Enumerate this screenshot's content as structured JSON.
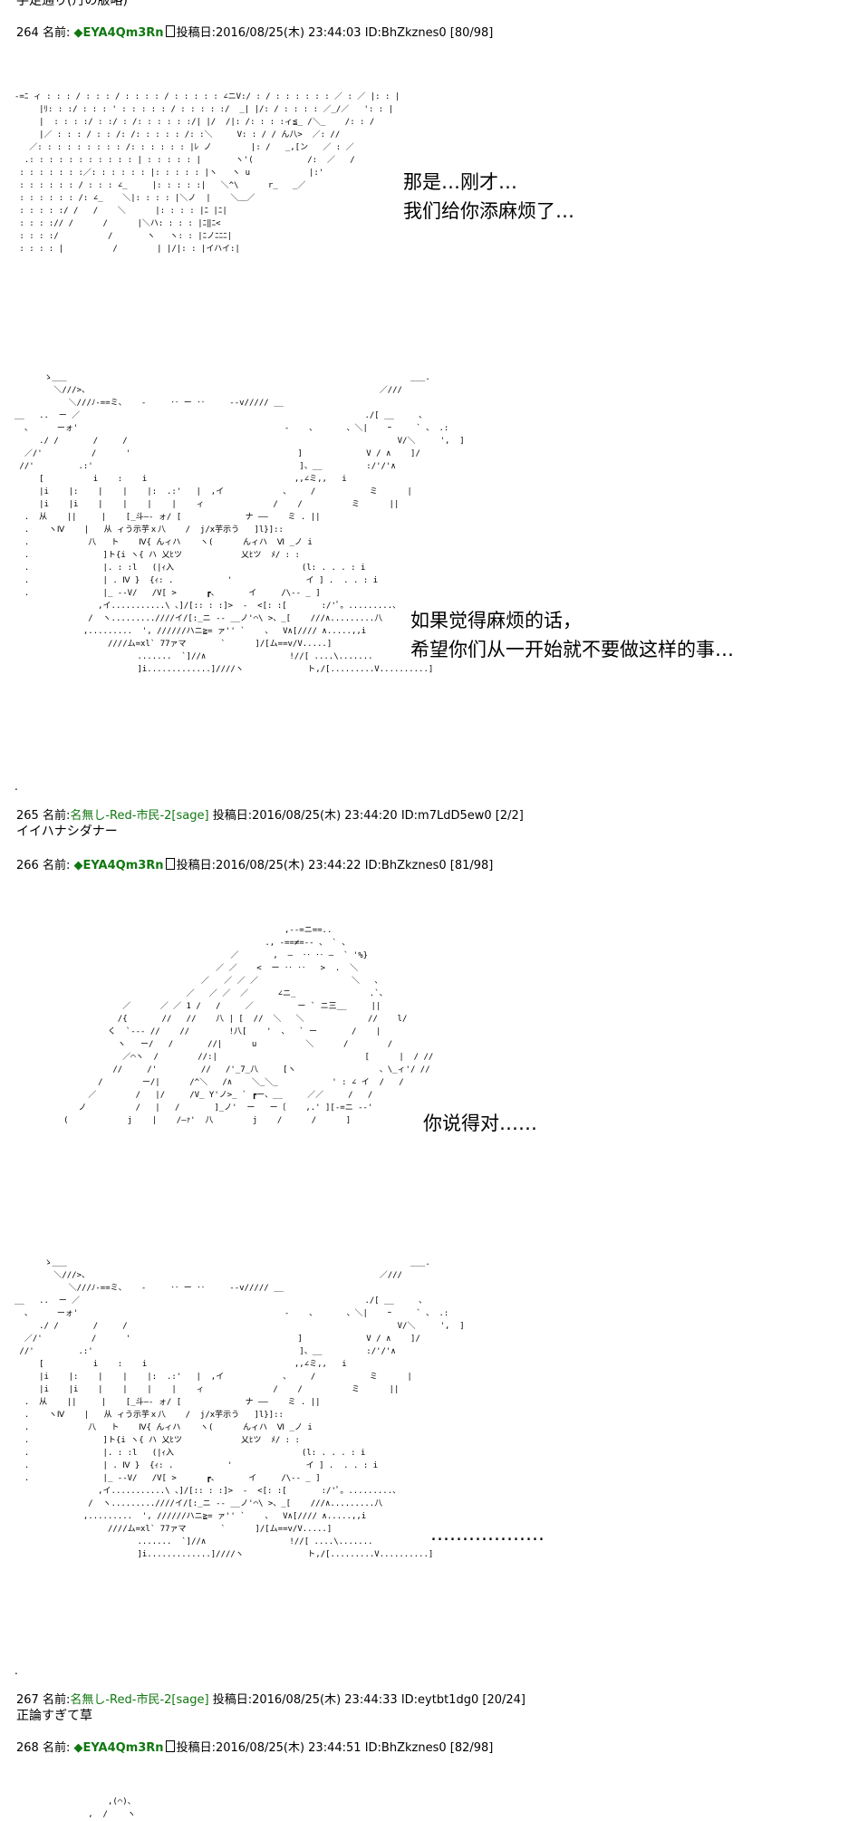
{
  "top_cut_text": "手足通り(丹の版略)",
  "posts": [
    {
      "number": "264",
      "name_label": "名前:",
      "name": "◆EYA4Qm3Rn",
      "date_label": "投稿日:",
      "date": "2016/08/25(木) 23:44:03",
      "id": "ID:BhZkznes0",
      "count": "[80/98]"
    },
    {
      "number": "265",
      "name_label": "名前:",
      "name": "名無し-Red-市民-2",
      "sage": "[sage]",
      "date_label": "投稿日:",
      "date": "2016/08/25(木) 23:44:20",
      "id": "ID:m7LdD5ew0",
      "count": "[2/2]",
      "body": "イイハナシダナー"
    },
    {
      "number": "266",
      "name_label": "名前:",
      "name": "◆EYA4Qm3Rn",
      "date_label": "投稿日:",
      "date": "2016/08/25(木) 23:44:22",
      "id": "ID:BhZkznes0",
      "count": "[81/98]"
    },
    {
      "number": "267",
      "name_label": "名前:",
      "name": "名無し-Red-市民-2",
      "sage": "[sage]",
      "date_label": "投稿日:",
      "date": "2016/08/25(木) 23:44:33",
      "id": "ID:eytbt1dg0",
      "count": "[20/24]",
      "body": "正論すぎて草"
    },
    {
      "number": "268",
      "name_label": "名前:",
      "name": "◆EYA4Qm3Rn",
      "date_label": "投稿日:",
      "date": "2016/08/25(木) 23:44:51",
      "id": "ID:BhZkznes0",
      "count": "[82/98]"
    }
  ],
  "captions": {
    "c1_line1": "那是…刚才…",
    "c1_line2": "我们给你添麻烦了…",
    "c2_line1": "如果觉得麻烦的话，",
    "c2_line2": "希望你们从一开始就不要做这样的事…",
    "c3_line1": "你说得对……",
    "c4_line1": "………………"
  },
  "ascii_art": {
    "aa1": "-=ﾆ ィ : : : / : : : / : : : : / : : : : : ∠ニV:/ : / : : : : : : ／ : ／ |: : |\n     |ﾘ: : :/ : : : ' : : : : : / : : : : :/  _| |/: / : : : : ／_/／   ': : |\n     |  : : : :/ : :/ : /: : : : : :/| |/  /|: /: : : :ィ≦_ /＼_    /: : /\n     |／ : : : / : : /: /: : : : : /: :＼     V: : / / ん八>  ／: //\n   ／: : : : : : : : : /: : : : : : |ﾚ ノ        |: /   _,[ン   ／ : ／\n  .: : : : : : : : : : : | : : : : : |       ヽ'(           /:  ／   /\n : : : : : : :／: : : : : : |: : : : : |ヽ   ヽ u            |:'\n : : : : : : / : : : ∠_     |: : : : :|   ＼^\\      r_   _／\n : : : : : : /: ∠_    ＼|: : : : |＼ノ  |    ＼＿／\n : : : : :/ /   /    ＼      |: : : : |ﾆ |ﾆ|\n : : : :// /      /      |＼ハ: : : : |ﾆ‖ﾆ<\n : : : :/          /       ヽ   ヽ: : |ﾆノﾆﾆﾆ|\n : : : : |          /        | |/|: : |イハイ:|",
    "aa2": "      ゝ___                                                                      ___.\n        ＼///>、                                                           ／///\n           ＼///ﾉ-==ミ、   -     ‥ ー ‥     --v///// __\n__   ..  ー ／                                                          ./[ __     、\n  、     ーォ'                                          -    、      、＼|    ｰ     ` 、 .:\n     ./ /       /     /                                                       V/＼     ',  ]\n  ／/'          /      '                                  ]             V / ∧    ]/\n //'         .:'                                          ]、__         :/'/'∧\n     [          i    :    i                              ,,∠ミ,,   i\n     |i    |:    |    |    |:  .:'   |  ,イ            、    /           ミ      |\n     |i    |i    |    |    |    |    ィ              /    /          ミ      ||\n  .  从    ||     |    [_斗―‐ ォ/ [             ナ ――    ミ . ||\n  .    ヽⅣ    |   从 ィう示芋ｘ八    /  j/x芋示う   ]l}]::\n  .            八   ト    Ⅳ{ んィハ    ヽ(      んィハ  Ⅵ _ノ i\n  .               ]ト{i ヽ{ ハ 乂ﾋツ            乂ﾋツ  ﾒ/ : :\n  .               |. : :l   (|ｨ入                          (l: . . . : i\n  .               | . Ⅳ }  {ｨ: .           '               イ ] .  . . : i\n  .               |_ --V/   /V[ >      ┏、      イ     /\\-- _ ]\n                 ,イ...........\\ 、]/[:: : :]>  -  <[: :[       :/'ﾟ。.........、\n               /  ヽ.........////イ/[:_ニ -- __ノ'⌒\\ >、_[    ///∧.........八\n              ,.........  ', //////ハニ≧= ァ'' `    、  V∧[//// ∧.....,,i\n                   ////ム=xl` 77ァマ       `      ]/[ム==v/V.....]\n                         .......  `]//∧                 !//[ ....\\.......\n                         ]i.............]////ヽ             ト,/[.........V..........]",
    "aa3": "                                                       ,--=ニ==..\n                                                   ., -==≠=-- 、 ` 、\n                                            ／       ,  ―  ‥ ‥ ―  ` '%}\n                                         ／ ／    <  ー ‥ ‥   >  .  ＼\n                                      ／   ／ ／ ／                   ＼   、\n                                   ／   ／ ／  ／      ∠ニ_               .`、\n                      ／      ／ ／ 1 /   /     ／         ー ` ニ三__     ||\n                     /{       //   //    八 | [  //  ＼   ＼             //    l/\n                   く  `-‐‐ //    //        !八[    '  、  ` ー       /    |\n                     ヽ   ー/   /       //|      u          ＼      /        /\n                      ／⌒ヽ  /        //:|                              [      |  / //\n                    //     /'         //   /'_7_八     [ヽ                 、\\_ィ'/ //\n                 /        ー/|      /^＼   /∧    ＼_＼_           ' : ∠ イ  /   /\n               ／        /   |/     /V_ Y'ノ>_ ` ┏ー、__     ／／     /   /\n             ノ          /   |   /       ]_ノ'  ー   ー〔    ,.' ][-=ニ --'\n          (            j    |    /―ｧ'  八        j    /      /      ]",
    "aa4": "      ゝ___                                                                      ___.\n        ＼///>、                                                           ／///\n           ＼///ﾉ-==ミ、   -     ‥ ー ‥     --v///// __\n__   ..  ー ／                                                          ./[ __     、\n  、     ーォ'                                          -    、      、＼|    ｰ     ` 、 .:\n     ./ /       /     /                                                       V/＼     ',  ]\n  ／/'          /      '                                  ]             V / ∧    ]/\n //'         .:'                                          ]、__         :/'/'∧\n     [          i    :    i                              ,,∠ミ,,   i\n     |i    |:    |    |    |:  .:'   |  ,イ            、    /           ミ      |\n     |i    |i    |    |    |    |    ィ              /    /          ミ      ||\n  .  从    ||     |    [_斗―‐ ォ/ [             ナ ――    ミ . ||\n  .    ヽⅣ    |   从 ィう示芋ｘ八    /  j/x芋示う   ]l}]::\n  .            八   ト    Ⅳ{ んィハ    ヽ(      んィハ  Ⅵ _ノ i\n  .               ]ト{i ヽ{ ハ 乂ﾋツ            乂ﾋツ  ﾒ/ : :\n  .               |. : :l   (|ｨ入                          (l: . . . : i\n  .               | . Ⅳ }  {ｨ: .           '               イ ] .  . . : i\n  .               |_ --V/   /V[ >      ┏、      イ     /\\-- _ ]\n                 ,イ...........\\ 、]/[:: : :]>  -  <[: :[       :/'ﾟ。.........、\n               /  ヽ.........////イ/[:_ニ -- __ノ'⌒\\ >、_[    ///∧.........八\n              ,.........  ', //////ハニ≧= ァ'' `    、  V∧[//// ∧.....,,i\n                   ////ム=xl` 77ァマ       `      ]/[ム==v/V.....]\n                         .......  `]//∧                 !//[ ....\\.......\n                         ]i.............]////ヽ             ト,/[.........V..........]",
    "aa5": "                   ,(⌒)、\n               ,  /    ヽ"
  },
  "colors": {
    "trip": "#117711",
    "text": "#000000",
    "background": "#ffffff"
  }
}
